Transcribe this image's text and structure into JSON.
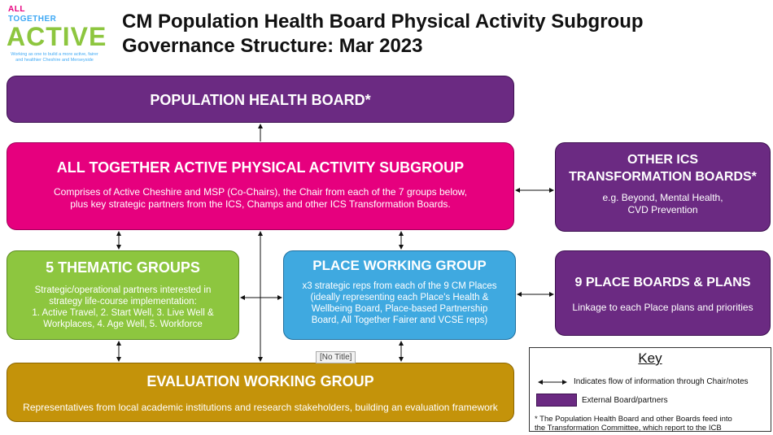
{
  "logo": {
    "line1": "ALL",
    "line2": "TOGETHER",
    "line3": "ACTIVE",
    "tagline": "Working as one to build a more active, fairer and healthier Cheshire and Merseyside"
  },
  "title": {
    "line1": "CM Population Health Board Physical Activity Subgroup",
    "line2": "Governance Structure: Mar 2023"
  },
  "boxes": {
    "population_health_board": {
      "title": "POPULATION HEALTH BOARD*"
    },
    "subgroup": {
      "title": "ALL TOGETHER ACTIVE PHYSICAL ACTIVITY SUBGROUP",
      "line1": "Comprises of Active Cheshire and MSP (Co-Chairs), the Chair from each of the 7 groups below,",
      "line2": "plus key strategic partners from the ICS, Champs and other ICS Transformation Boards."
    },
    "other_ics": {
      "title_line1": "OTHER ICS",
      "title_line2": "TRANSFORMATION BOARDS*",
      "line1": "e.g. Beyond, Mental Health,",
      "line2": "CVD Prevention"
    },
    "thematic": {
      "title": "5 THEMATIC GROUPS",
      "line1": "Strategic/operational partners interested in",
      "line2": "strategy life-course implementation:",
      "line3": "1. Active Travel, 2. Start Well, 3. Live Well &",
      "line4": "Workplaces, 4. Age Well, 5. Workforce"
    },
    "place_working": {
      "title": "PLACE WORKING GROUP",
      "line1": "x3 strategic reps from each of the 9 CM Places",
      "line2": "(ideally representing each Place's Health &",
      "line3": "Wellbeing Board, Place-based Partnership",
      "line4": "Board, All Together Fairer and VCSE reps)"
    },
    "place_boards": {
      "title": "9 PLACE BOARDS & PLANS",
      "line1": "Linkage to each Place plans and priorities"
    },
    "evaluation": {
      "title": "EVALUATION WORKING GROUP",
      "line1": "Representatives from local academic institutions and research stakeholders, building an evaluation framework"
    }
  },
  "tooltip": "[No Title]",
  "key": {
    "title": "Key",
    "arrow_label": "Indicates flow of information through Chair/notes",
    "swatch_label": "External Board/partners",
    "note_line1": "* The Population Health Board and other Boards feed into",
    "note_line2": "the Transformation Committee, which report to the ICB"
  },
  "colors": {
    "purple": "#6b2a82",
    "magenta": "#e6007e",
    "green": "#8dc63f",
    "blue": "#3fa9e0",
    "gold": "#c4930a"
  }
}
